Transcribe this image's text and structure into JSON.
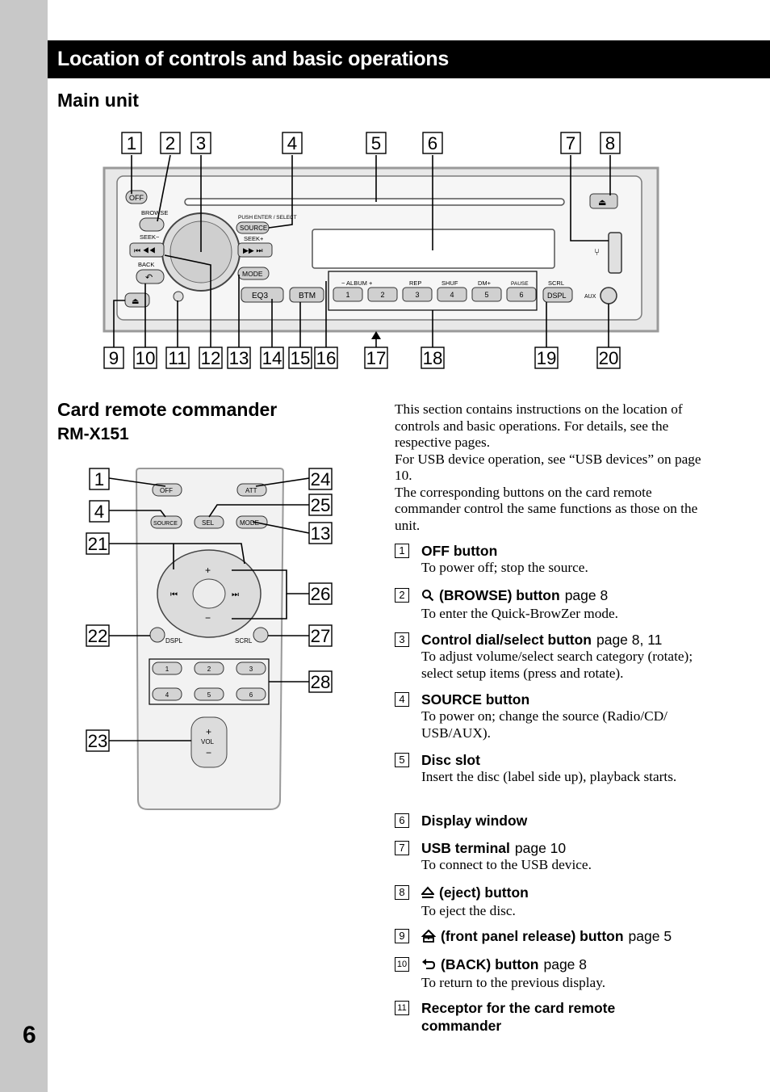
{
  "page_number": "6",
  "banner": "Location of controls and basic operations",
  "main_unit": {
    "heading": "Main unit",
    "labels": {
      "off": "OFF",
      "browse": "BROWSE",
      "push_enter": "PUSH ENTER / SELECT",
      "source": "SOURCE",
      "seek_minus": "SEEK−",
      "seek_plus": "SEEK+",
      "back": "BACK",
      "mode": "MODE",
      "eq3": "EQ3",
      "btm": "BTM",
      "album": "−  ALBUM  +",
      "rep": "REP",
      "shuf": "SHUF",
      "dm": "DM+",
      "pause": "PAUSE",
      "scrl": "SCRL",
      "dspl": "DSPL",
      "aux": "AUX",
      "preset": [
        "1",
        "2",
        "3",
        "4",
        "5",
        "6"
      ]
    },
    "top_callouts": [
      "1",
      "2",
      "3",
      "4",
      "5",
      "6",
      "7",
      "8"
    ],
    "bottom_callouts": [
      "9",
      "10",
      "11",
      "12",
      "13",
      "14",
      "15",
      "16",
      "17",
      "18",
      "19",
      "20"
    ]
  },
  "remote": {
    "heading": "Card remote commander",
    "model": "RM-X151",
    "labels": {
      "off": "OFF",
      "att": "ATT",
      "source": "SOURCE",
      "sel": "SEL",
      "mode": "MODE",
      "dspl": "DSPL",
      "scrl": "SCRL",
      "vol": "VOL",
      "keys": [
        "1",
        "2",
        "3",
        "4",
        "5",
        "6"
      ]
    },
    "left_callouts": [
      "1",
      "4",
      "21",
      "22",
      "23"
    ],
    "right_callouts": [
      "24",
      "25",
      "13",
      "26",
      "27",
      "28"
    ]
  },
  "intro": [
    "This section contains instructions on the location of controls and basic operations. For details, see the respective pages.",
    "For USB device operation, see “USB devices” on page 10.",
    "The corresponding buttons on the card remote commander control the same functions as those on the unit."
  ],
  "items": [
    {
      "num": "1",
      "title": "OFF button",
      "page": "",
      "desc": "To power off; stop the source.",
      "icon": ""
    },
    {
      "num": "2",
      "title": "(BROWSE) button",
      "page": "page 8",
      "desc": "To enter the Quick-BrowZer mode.",
      "icon": "search-icon"
    },
    {
      "num": "3",
      "title": "Control dial/select button",
      "page": "page 8, 11",
      "desc": "To adjust volume/select search category (rotate); select setup items (press and rotate).",
      "icon": ""
    },
    {
      "num": "4",
      "title": "SOURCE button",
      "page": "",
      "desc": "To power on; change the source (Radio/CD/ USB/AUX).",
      "icon": ""
    },
    {
      "num": "5",
      "title": "Disc slot",
      "page": "",
      "desc": "Insert the disc (label side up), playback starts.",
      "icon": ""
    },
    {
      "num": "6",
      "title": "Display window",
      "page": "",
      "desc": "",
      "icon": ""
    },
    {
      "num": "7",
      "title": "USB terminal",
      "page": "page 10",
      "desc": "To connect to the USB device.",
      "icon": ""
    },
    {
      "num": "8",
      "title": "(eject) button",
      "page": "",
      "desc": "To eject the disc.",
      "icon": "eject-icon"
    },
    {
      "num": "9",
      "title": "(front panel release) button",
      "page": "page 5",
      "desc": "",
      "icon": "front-panel-release-icon"
    },
    {
      "num": "10",
      "title": "(BACK) button",
      "page": "page 8",
      "desc": "To return to the previous display.",
      "icon": "back-arrow-icon"
    },
    {
      "num": "11",
      "title": "Receptor for the card remote commander",
      "page": "",
      "desc": "",
      "icon": ""
    }
  ]
}
